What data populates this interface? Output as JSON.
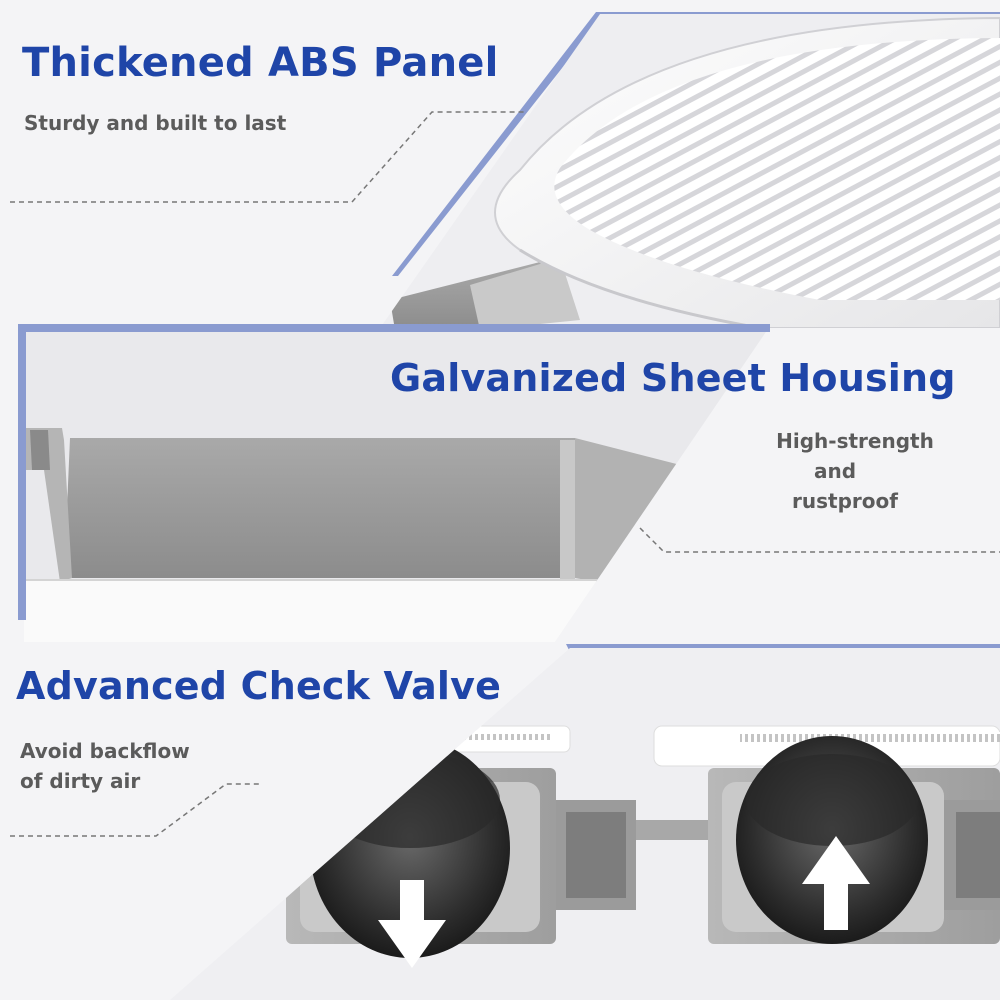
{
  "sections": [
    {
      "title": "Thickened ABS Panel",
      "subtitle_lines": [
        "Sturdy and built to last"
      ]
    },
    {
      "title": "Galvanized Sheet Housing",
      "subtitle_lines": [
        "High-strength",
        "and",
        "rustproof"
      ]
    },
    {
      "title": "Advanced Check Valve",
      "subtitle_lines": [
        "Avoid backflow",
        "of dirty air"
      ]
    }
  ],
  "colors": {
    "title": "#1f45a8",
    "subtitle": "#5b5b5b",
    "accent_bar": "#8a9bd0",
    "background": "#f4f4f6",
    "panel_white": "#ffffff",
    "metal_grey": "#9a9a9a"
  }
}
